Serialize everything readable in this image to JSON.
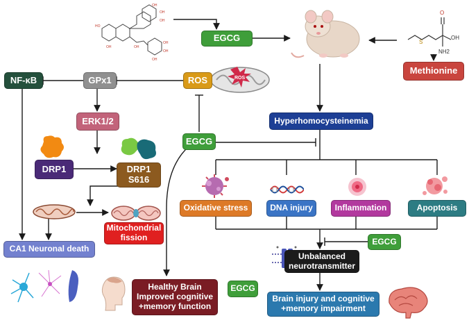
{
  "nodes": {
    "egcg_top": "EGCG",
    "methionine": "Methionine",
    "nfkb": "NF-κB",
    "gpx1": "GPx1",
    "ros": "ROS",
    "ros_icon_label": "ROS",
    "erk": "ERK1/2",
    "hyper": "Hyperhomocysteinemia",
    "egcg_mid": "EGCG",
    "drp1": "DRP1",
    "drp1s616": [
      "DRP1",
      "S616"
    ],
    "oxidative": "Oxidative stress",
    "dna": "DNA injury",
    "inflammation": "Inflammation",
    "apoptosis": "Apoptosis",
    "mito_fission": [
      "Mitochondrial",
      "fission"
    ],
    "ca1": "CA1 Neuronal death",
    "egcg_low": "EGCG",
    "unbalanced": [
      "Unbalanced",
      "neurotransmitter"
    ],
    "healthy": [
      "Healthy Brain",
      "Improved cognitive",
      "+memory function"
    ],
    "egcg_bottom": "EGCG",
    "brain_injury": [
      "Brain injury and cognitive",
      "+memory impairment"
    ]
  },
  "molecule": {
    "atom_labels": [
      "OH",
      "OH",
      "OH",
      "HO",
      "OH",
      "OH",
      "OH",
      "OH",
      "OH"
    ]
  },
  "methionine_molecule": {
    "atom_labels": [
      "S",
      "OH",
      "O",
      "NH2"
    ]
  },
  "colors": {
    "egcg_green": "#3f9e3a",
    "methionine_red": "#c9453e",
    "nfkb_green": "#24503c",
    "gpx_gray": "#909090",
    "ros_gold": "#d99a18",
    "erk_pink": "#c2637a",
    "hyper_blue": "#1d3f95",
    "drp1_purple": "#4a2a77",
    "drp1s_brown": "#8c5a1f",
    "oxidative_orange": "#dd7a27",
    "dna_blue": "#3a74c5",
    "inflammation_magenta": "#b2399e",
    "apoptosis_teal": "#2d7c83",
    "mito_red": "#e02020",
    "ca1_periwinkle": "#7381cf",
    "unbalanced_black": "#1b1b1b",
    "healthy_maroon": "#7a1c24",
    "brain_injury_blue": "#2b79ae"
  },
  "icons": [
    "egcg-molecule-icon",
    "rat-icon",
    "methionine-molecule-icon",
    "mitochondria-ros-icon",
    "drp1-protein-icon",
    "drp1-s616-protein-icon",
    "virus-icon",
    "dna-icon",
    "inflammation-cell-icon",
    "apoptotic-cell-icon",
    "mitochondria-icon",
    "fissioning-mitochondria-icon",
    "membrane-channel-icon",
    "neuron-cells-icon",
    "human-head-icon",
    "brain-icon"
  ]
}
